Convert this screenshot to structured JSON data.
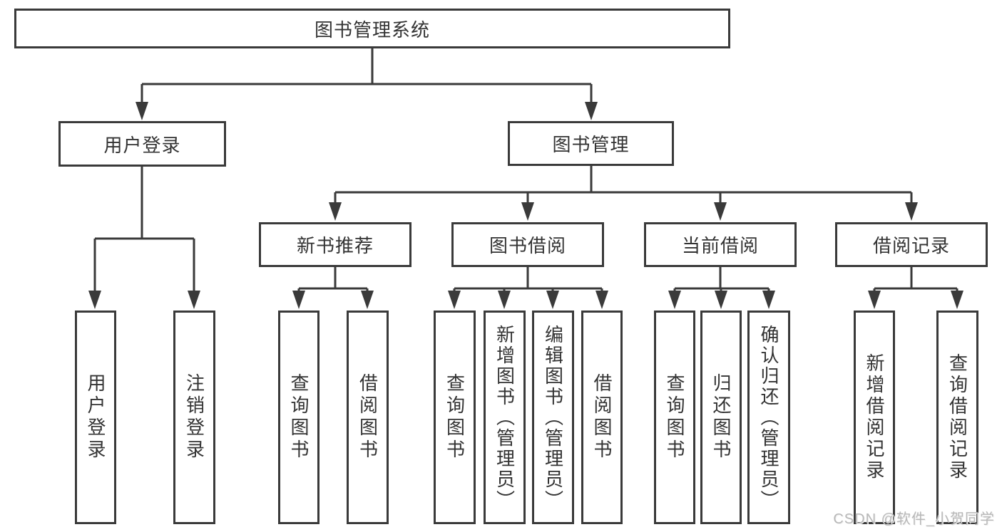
{
  "root": {
    "label": "图书管理系统"
  },
  "branches": [
    {
      "label": "用户登录",
      "children": [
        {
          "label": "用户登录"
        },
        {
          "label": "注销登录"
        }
      ]
    },
    {
      "label": "图书管理",
      "sections": [
        {
          "label": "新书推荐",
          "children": [
            {
              "label": "查询图书"
            },
            {
              "label": "借阅图书"
            }
          ]
        },
        {
          "label": "图书借阅",
          "children": [
            {
              "label": "查询图书"
            },
            {
              "label": "新增图书（管理员）"
            },
            {
              "label": "编辑图书（管理员）"
            },
            {
              "label": "借阅图书"
            }
          ]
        },
        {
          "label": "当前借阅",
          "children": [
            {
              "label": "查询图书"
            },
            {
              "label": "归还图书"
            },
            {
              "label": "确认归还（管理员）"
            }
          ]
        },
        {
          "label": "借阅记录",
          "children": [
            {
              "label": "新增借阅记录"
            },
            {
              "label": "查询借阅记录"
            }
          ]
        }
      ]
    }
  ],
  "watermark": "CSDN @软件_小贺同学",
  "colors": {
    "line": "#3a3a3a",
    "box_border": "#3a3a3a",
    "box_fill": "#ffffff",
    "text": "#333333",
    "watermark": "#b8b8b8",
    "background": "#ffffff"
  }
}
